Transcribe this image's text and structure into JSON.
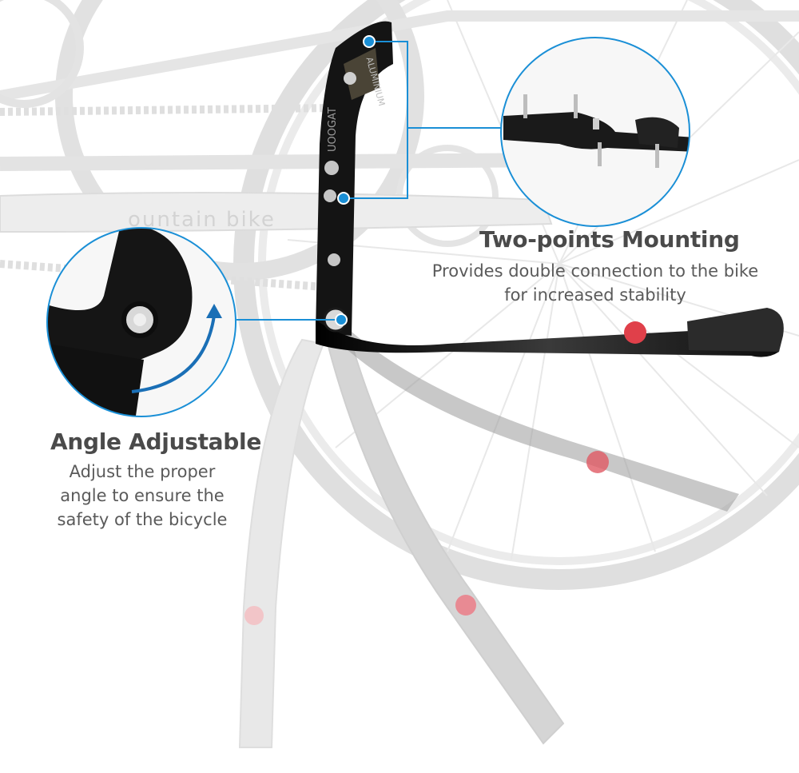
{
  "features": {
    "mounting": {
      "title": "Two-points Mounting",
      "desc_line1": "Provides double connection to the bike",
      "desc_line2": "for increased stability"
    },
    "angle": {
      "title": "Angle Adjustable",
      "desc_line1": "Adjust the proper",
      "desc_line2": "angle to ensure the",
      "desc_line3": "safety of the bicycle"
    }
  },
  "product_markings": {
    "frame_text": "ountain bike",
    "kickstand_brand": "UOOGAT",
    "frame_text_2": "ALUMINIUM"
  },
  "colors": {
    "accent_blue": "#1a8fd6",
    "frame_gray": "#d7d7d7",
    "stand_black": "#1a1a1a",
    "reflector_red": "#e0404a"
  },
  "icons": [
    "curved-arrow-icon"
  ]
}
